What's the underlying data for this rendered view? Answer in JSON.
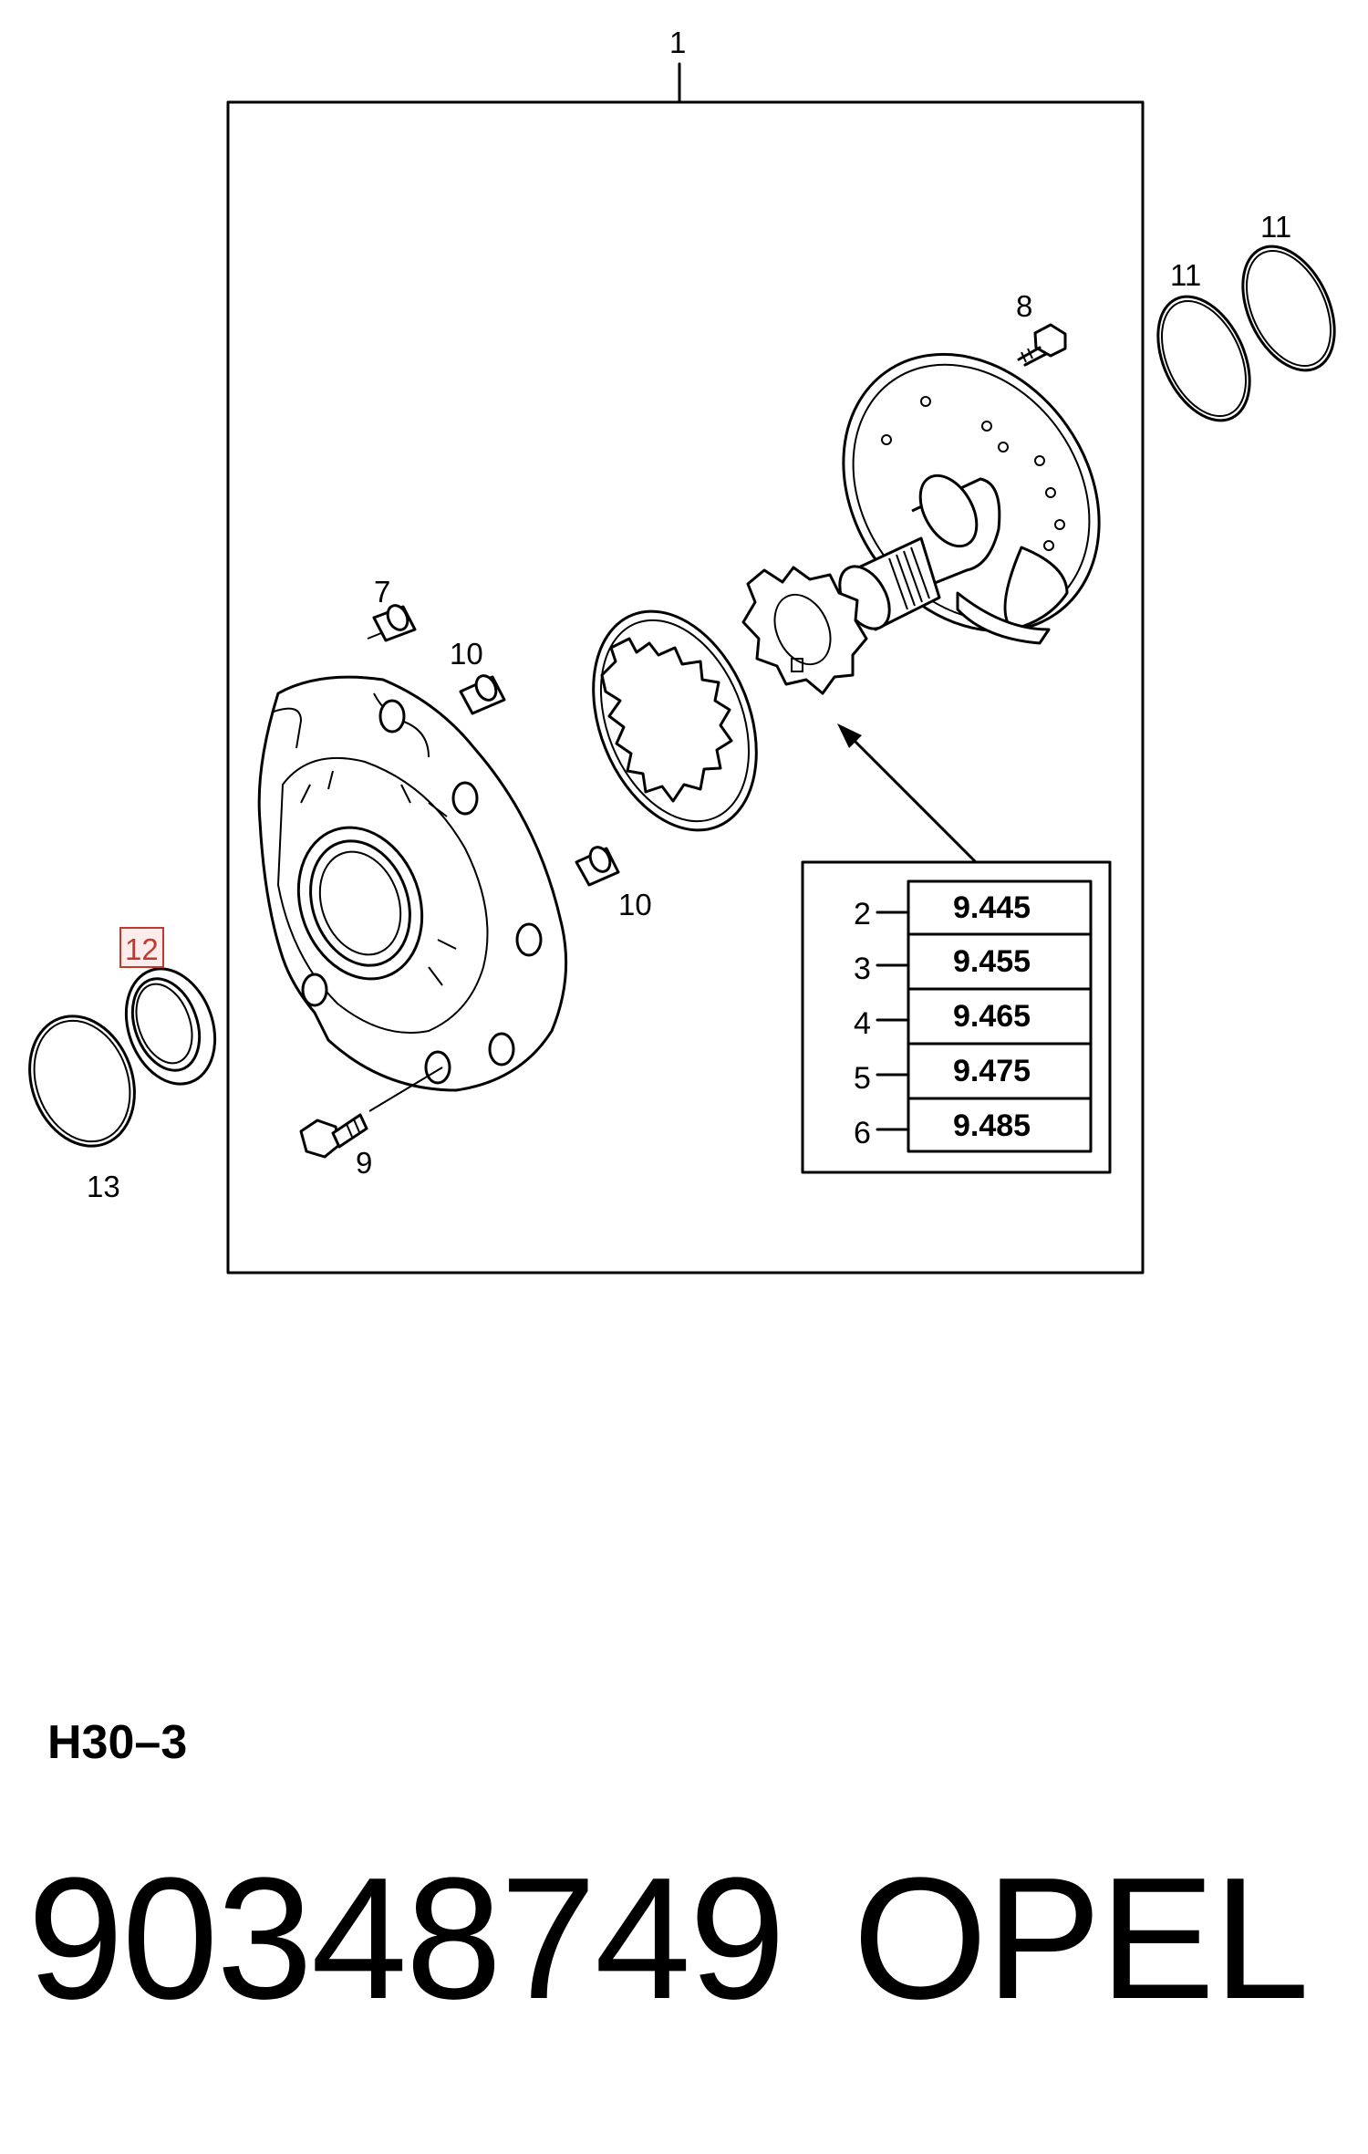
{
  "callouts": {
    "assembly": "1",
    "bolt_top": "8",
    "o_ring_a": "11",
    "o_ring_b": "11",
    "dowel_top": "7",
    "dowel_mid": "10",
    "dowel_low": "10",
    "selected_seal": "12",
    "o_ring_front": "13",
    "bolt_front": "9"
  },
  "gear_table": {
    "rows": [
      {
        "index": "2",
        "value": "9.445"
      },
      {
        "index": "3",
        "value": "9.455"
      },
      {
        "index": "4",
        "value": "9.465"
      },
      {
        "index": "5",
        "value": "9.475"
      },
      {
        "index": "6",
        "value": "9.485"
      }
    ]
  },
  "drawing_code": "H30–3",
  "part_number": "90348749",
  "brand": "OPEL",
  "colors": {
    "highlight": "#c0392b",
    "highlight_fill": "#fdecec",
    "line": "#000000"
  }
}
